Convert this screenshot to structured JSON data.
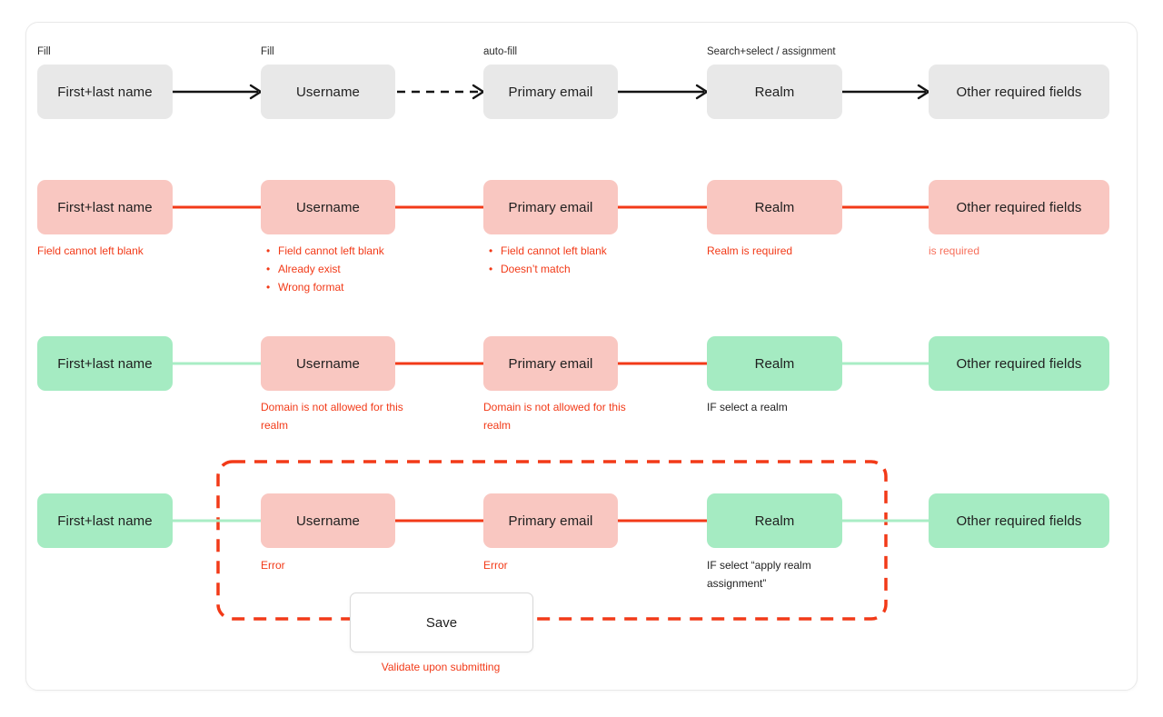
{
  "fields": [
    "First+last name",
    "Username",
    "Primary email",
    "Realm",
    "Other required fields"
  ],
  "row1": {
    "labels": [
      "Fill",
      "Fill",
      "auto-fill",
      "Search+select / assignment"
    ]
  },
  "row2": {
    "notes": {
      "first_last": "Field cannot left blank",
      "username": [
        "Field cannot left blank",
        "Already exist",
        "Wrong format"
      ],
      "email": [
        "Field cannot left blank",
        "Doesn’t match"
      ],
      "realm": "Realm is required",
      "other": "is required"
    }
  },
  "row3": {
    "notes": {
      "username": "Domain is not allowed for this realm",
      "email": "Domain is not allowed for this realm",
      "realm": "IF select a realm"
    }
  },
  "row4": {
    "notes": {
      "username": "Error",
      "email": "Error",
      "realm": "IF select “apply realm assignment”"
    },
    "save": {
      "label": "Save",
      "note": "Validate upon submitting"
    }
  },
  "colors": {
    "box_neutral": "#e8e8e8",
    "box_error": "#f9c7c1",
    "box_valid": "#a5ebc2",
    "connector_black": "#141414",
    "connector_red": "#f23a18",
    "connector_green": "#a9edc5",
    "error_text": "#f23a18",
    "error_text_light": "#f7705c",
    "dark_text": "#1f1f1f",
    "validation_boundary": "#f23a18"
  }
}
